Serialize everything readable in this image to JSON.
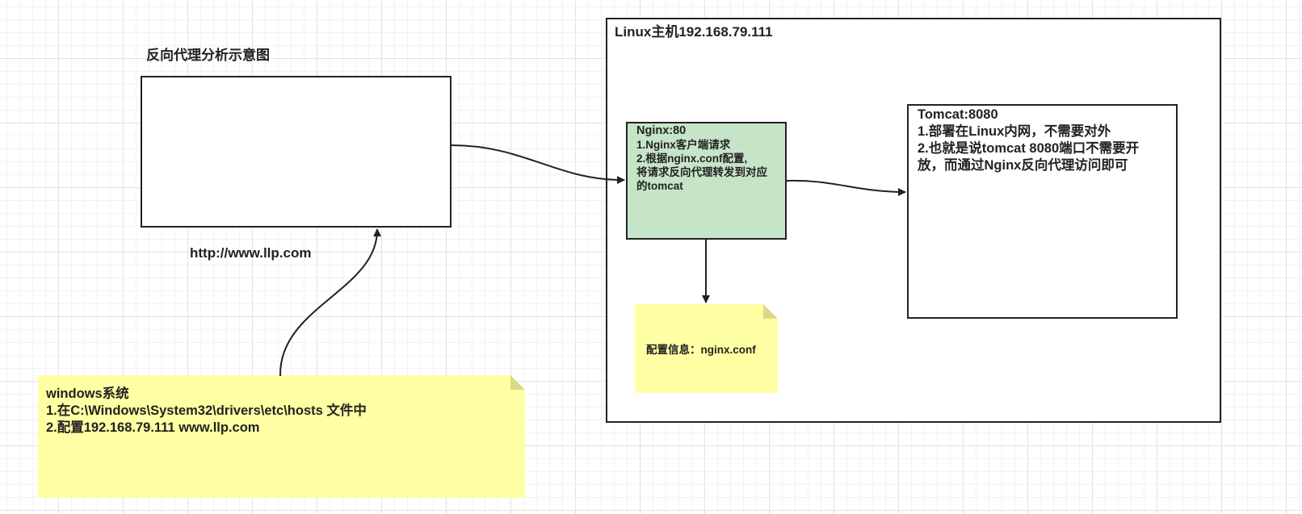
{
  "diagram": {
    "title": "反向代理分析示意图",
    "url_label": "http://www.llp.com",
    "linux_host": {
      "label": "Linux主机192.168.79.111"
    },
    "nginx": {
      "lines": [
        "Nginx:80",
        "1.Nginx客户端请求",
        "2.根据nginx.conf配置,",
        "将请求反向代理转发到对应",
        "的tomcat"
      ],
      "fill": "#c6e5c8"
    },
    "tomcat": {
      "lines": [
        "Tomcat:8080",
        "1.部署在Linux内网，不需要对外",
        "2.也就是说tomcat 8080端口不需要开",
        "放，而通过Nginx反向代理访问即可"
      ]
    },
    "config_note": {
      "text": "配置信息：nginx.conf",
      "fill": "#ffffa3"
    },
    "windows_note": {
      "lines": [
        "windows系统",
        "1.在C:\\Windows\\System32\\drivers\\etc\\hosts 文件中",
        "2.配置192.168.79.111 www.llp.com"
      ],
      "fill": "#ffffa3"
    },
    "colors": {
      "stroke": "#222222",
      "grid": "#e2e2e2"
    }
  }
}
